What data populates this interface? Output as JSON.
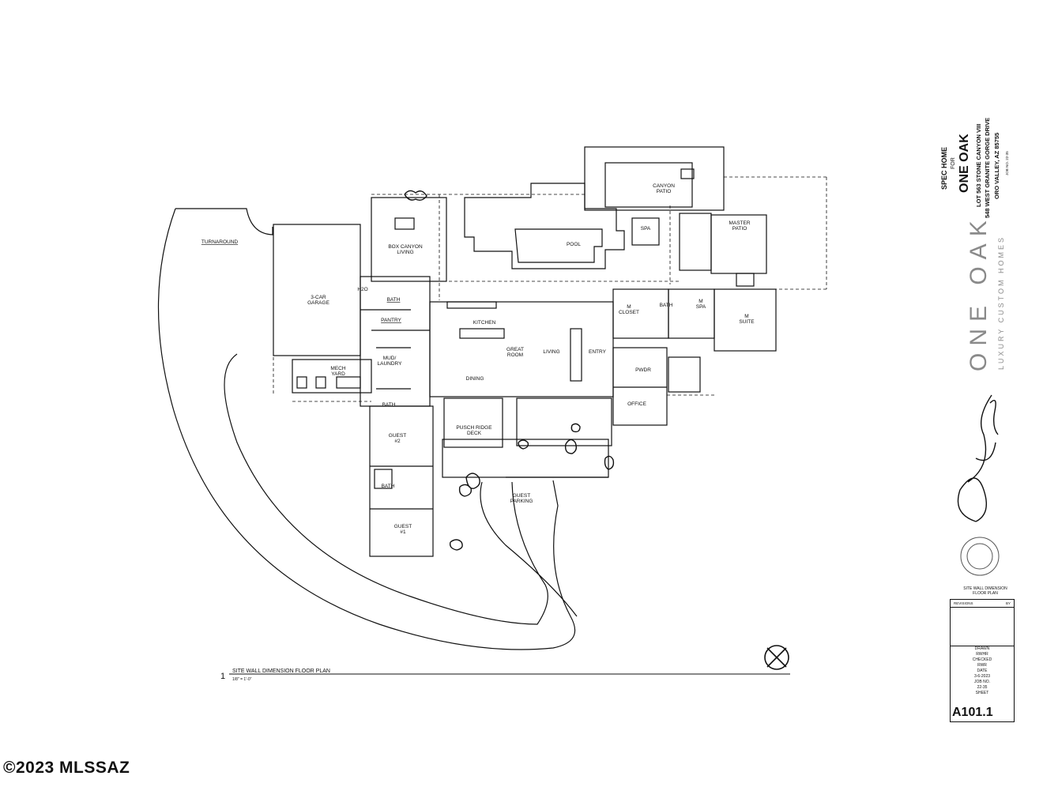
{
  "rooms": {
    "turnaround": "TURNAROUND",
    "garage_l1": "3-CAR",
    "garage_l2": "GARAGE",
    "h2o": "H2O",
    "mech_l1": "MECH",
    "mech_l2": "YARD",
    "box_canyon_l1": "BOX CANYON",
    "box_canyon_l2": "LIVING",
    "bath_box": "BATH",
    "pantry": "PANTRY",
    "mud_l1": "MUD/",
    "mud_l2": "LAUNDRY",
    "bath_mud": "BATH",
    "guest2_l1": "GUEST",
    "guest2_l2": "#2",
    "bath_guest": "BATH",
    "guest1_l1": "GUEST",
    "guest1_l2": "#1",
    "pool": "POOL",
    "spa": "SPA",
    "canyon_patio_l1": "CANYON",
    "canyon_patio_l2": "PATIO",
    "master_patio_l1": "MASTER",
    "master_patio_l2": "PATIO",
    "kitchen": "KITCHEN",
    "great_room_l1": "GREAT",
    "great_room_l2": "ROOM",
    "living": "LIVING",
    "entry": "ENTRY",
    "dining": "DINING",
    "m_closet_l1": "M",
    "m_closet_l2": "CLOSET",
    "bath_master": "BATH",
    "m_spa_l1": "M",
    "m_spa_l2": "SPA",
    "m_suite_l1": "M",
    "m_suite_l2": "SUITE",
    "pwdr": "PWDR",
    "office": "OFFICE",
    "pusch_l1": "PUSCH RIDGE",
    "pusch_l2": "DECK",
    "guest_parking_l1": "GUEST",
    "guest_parking_l2": "PARKING"
  },
  "drawing": {
    "number": "1",
    "title": "SITE WALL DIMENSION FLOOR PLAN",
    "scale": "1/8\" = 1'-0\""
  },
  "title_block": {
    "project_type": "SPEC HOME",
    "for": "FOR",
    "client": "ONE OAK",
    "lot": "LOT 563 STONE CANYON VIII",
    "address": "548 WEST GRANITE GORGE DRIVE",
    "city": "ORO VALLEY, AZ 85755",
    "job": "JOB NO. 22-35",
    "logo_text": "ONE OAK",
    "logo_tagline": "LUXURY CUSTOM HOMES",
    "sheet_title_l1": "SITE WALL DIMENSION",
    "sheet_title_l2": "FLOOR PLAN",
    "revisions": "REVISIONS",
    "by": "BY",
    "drawn": "DRAWN",
    "drawn_by": "RWHR",
    "checked": "CHECKED",
    "checked_by": "RWR",
    "date_label": "DATE",
    "date": "3-6-2023",
    "job_no_label": "JOB NO.",
    "job_no": "22-35",
    "sheet_label": "SHEET",
    "sheet_number": "A101.1"
  },
  "watermark": "©2023 MLSSAZ"
}
